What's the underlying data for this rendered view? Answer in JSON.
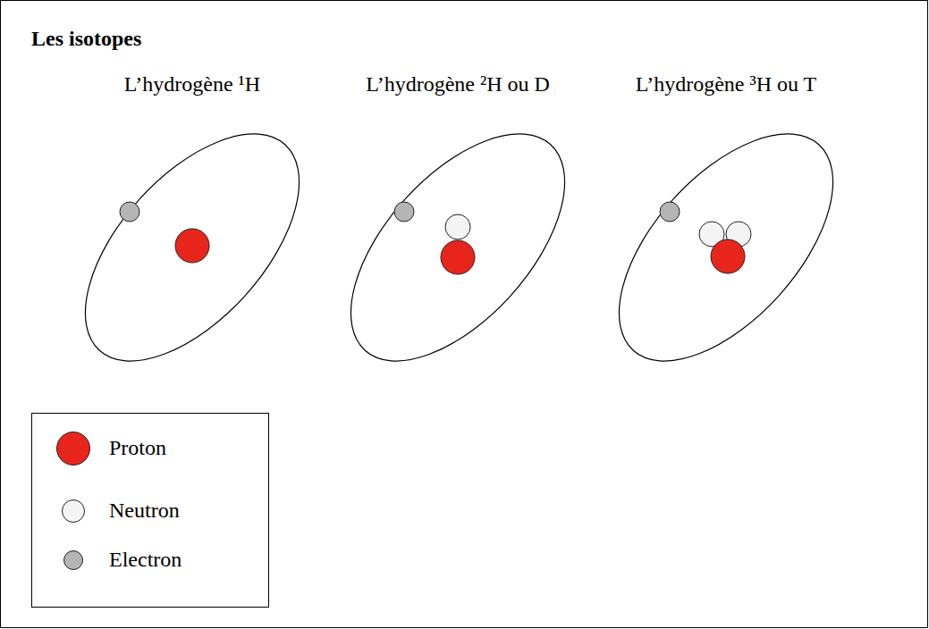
{
  "diagram": {
    "title": "Les isotopes",
    "labels": [
      "L’hydrogène ¹H",
      "L’hydrogène ²H ou D",
      "L’hydrogène ³H ou T"
    ],
    "legend": [
      {
        "text": "Proton",
        "color": "#e8251b"
      },
      {
        "text": "Neutron",
        "color": "#f4f4f4"
      },
      {
        "text": "Electron",
        "color": "#b5b5b5"
      }
    ]
  }
}
